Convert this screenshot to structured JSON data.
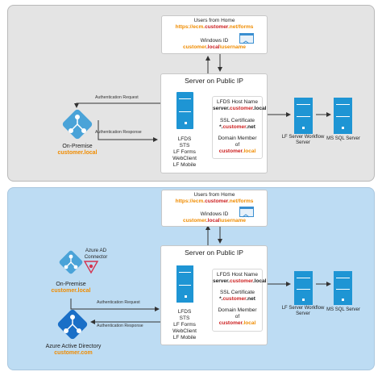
{
  "top": {
    "users_box": {
      "title": "Users from Home",
      "url_part1": "https://ecm.",
      "url_part2": "customer",
      "url_part3": ".net/forms",
      "winid_label": "Windows ID",
      "winid_part1": "customer",
      "winid_part2": ".local",
      "winid_part3": "\\username"
    },
    "server_title": "Server on Public IP",
    "server_components": [
      "LFDS",
      "STS",
      "LF Forms",
      "WebClient",
      "LF Mobile"
    ],
    "host_label": "LFDS Host Name",
    "host_part1": "server.",
    "host_part2": "customer",
    "host_part3": ".local",
    "ssl_label": "SSL Certificate",
    "ssl_part1": "*.",
    "ssl_part2": "customer",
    "ssl_part3": ".net",
    "domain_line1": "Domain Member",
    "domain_line2": "of",
    "domain_part1": "customer",
    "domain_part2": ".local",
    "auth_request": "Authentication Request",
    "auth_response": "Authentication Response",
    "onprem_label": "On-Premise",
    "onprem_part1": "customer",
    "onprem_part2": ".local",
    "lf_server_label": "LF Server Workflow Server",
    "sql_label": "MS SQL Server"
  },
  "bottom": {
    "users_box": {
      "title": "Users from Home",
      "url_part1": "https://ecm.",
      "url_part2": "customer",
      "url_part3": ".net/forms",
      "winid_label": "Windows ID",
      "winid_part1": "customer",
      "winid_part2": ".local",
      "winid_part3": "\\username"
    },
    "server_title": "Server on Public IP",
    "server_components": [
      "LFDS",
      "STS",
      "LF Forms",
      "WebClient",
      "LF Mobile"
    ],
    "host_label": "LFDS Host Name",
    "host_part1": "server.",
    "host_part2": "customer",
    "host_part3": ".local",
    "ssl_label": "SSL Certificate",
    "ssl_part1": "*.",
    "ssl_part2": "customer",
    "ssl_part3": ".net",
    "domain_line1": "Domain Member",
    "domain_line2": "of",
    "domain_part1": "customer",
    "domain_part2": ".local",
    "auth_request": "Authentication Request",
    "auth_response": "Authentication Response",
    "azure_connector_label": "Azure AD Connector",
    "onprem_label": "On-Premise",
    "onprem_part1": "customer",
    "onprem_part2": ".local",
    "aad_label": "Azure Active Directory",
    "aad_part1": "customer",
    "aad_part2": ".com",
    "lf_server_label": "LF Server Workflow Server",
    "sql_label": "MS SQL Server"
  },
  "colors": {
    "top_panel": "#e4e4e4",
    "bottom_panel": "#bddcf3",
    "server_blue": "#1e95d4",
    "ad_icon": "#4aa3d8",
    "aad_icon": "#1a6fc7",
    "orange_text": "#f08c00",
    "red_text": "#cc1f1f"
  }
}
